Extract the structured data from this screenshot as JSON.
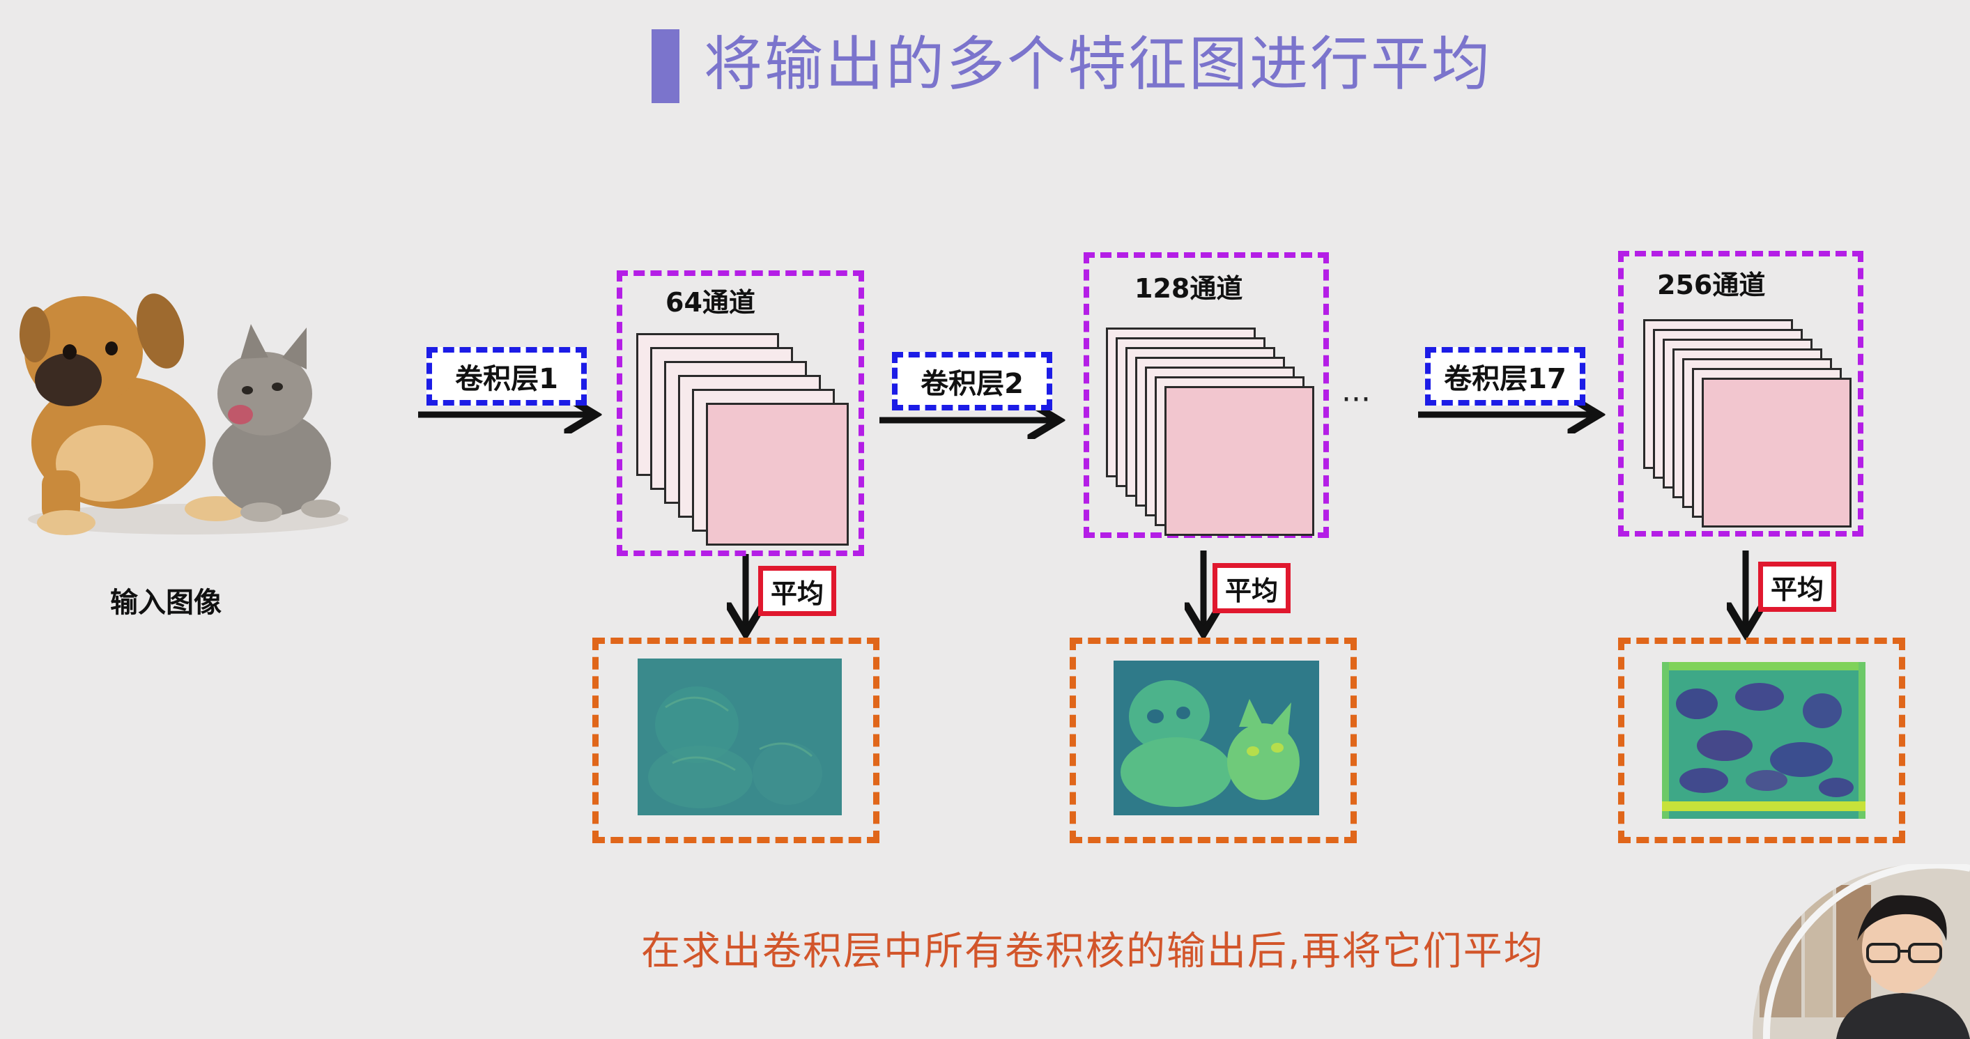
{
  "slide": {
    "title": "将输出的多个特征图进行平均",
    "caption": "在求出卷积层中所有卷积核的输出后,再将它们平均",
    "input_label": "输入图像",
    "ellipsis": "···"
  },
  "stages": [
    {
      "conv_label": "卷积层1",
      "channels_label": "64通道",
      "avg_label": "平均"
    },
    {
      "conv_label": "卷积层2",
      "channels_label": "128通道",
      "avg_label": "平均"
    },
    {
      "conv_label": "卷积层17",
      "channels_label": "256通道",
      "avg_label": "平均"
    }
  ],
  "colors": {
    "title": "#7b74cc",
    "conv_border": "#1c1ce6",
    "channel_border": "#b41ee6",
    "avg_border": "#e0182e",
    "output_border": "#e0661a",
    "feature_fill": "#f2c6cf",
    "caption": "#d2552a"
  }
}
